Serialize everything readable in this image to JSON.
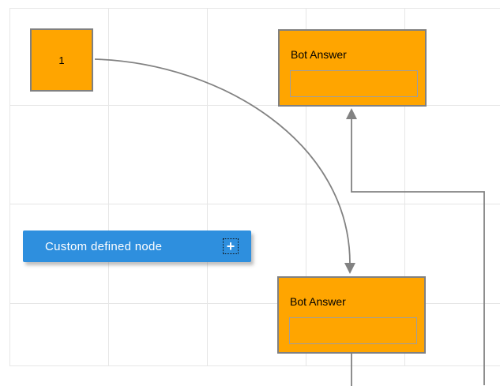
{
  "diagram": {
    "nodes": {
      "start": {
        "label": "1"
      },
      "bot_answer_top": {
        "title": "Bot Answer"
      },
      "bot_answer_bottom": {
        "title": "Bot Answer"
      },
      "custom_defined": {
        "label": "Custom defined node",
        "add_handle_glyph": "+"
      }
    }
  },
  "colors": {
    "node-orange": "#FFA500",
    "node-border": "#808080",
    "inner-box-border": "#9E9E9E",
    "custom-blue": "#2E8FDE",
    "connector": "#828282",
    "grid": "#E6E6E6",
    "canvas-bg": "#FFFFFF",
    "label-dark": "#000000",
    "label-light": "#FFFFFF"
  }
}
